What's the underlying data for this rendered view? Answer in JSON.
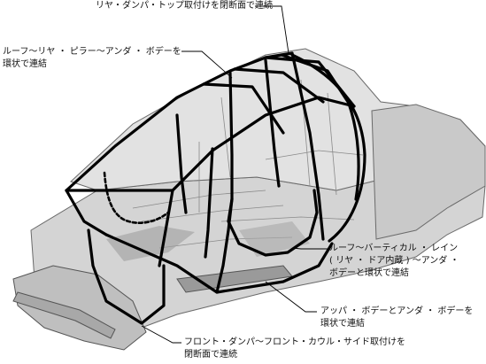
{
  "annotations": {
    "rear_damper_top": {
      "lines": [
        "リヤ・ダンパ・トップ取付けを閉断面で連続"
      ]
    },
    "roof_rear_pillar": {
      "lines": [
        "ルーフ〜リヤ ・ ピラー〜アンダ ・ ボデーを",
        "環状で連結"
      ]
    },
    "roof_vertical_line": {
      "lines": [
        "ルーフ〜バーティカル ・ レイン",
        "( リヤ ・ ドア内蔵 ) 〜アンダ ・",
        "ボデーと環状で連結"
      ]
    },
    "upper_under_body": {
      "lines": [
        "アッパ ・ ボデーとアンダ ・ ボデーを",
        "環状で連結"
      ]
    },
    "front_damper_cowl": {
      "lines": [
        "フロント・ダンパ〜フロント・カウル・サイド取付けを",
        "閉断面で連続"
      ]
    }
  },
  "colors": {
    "ring_stroke": "#000000",
    "body_fill": "#d9d9d9",
    "body_shadow": "#8c8c8c",
    "background": "#ffffff"
  }
}
